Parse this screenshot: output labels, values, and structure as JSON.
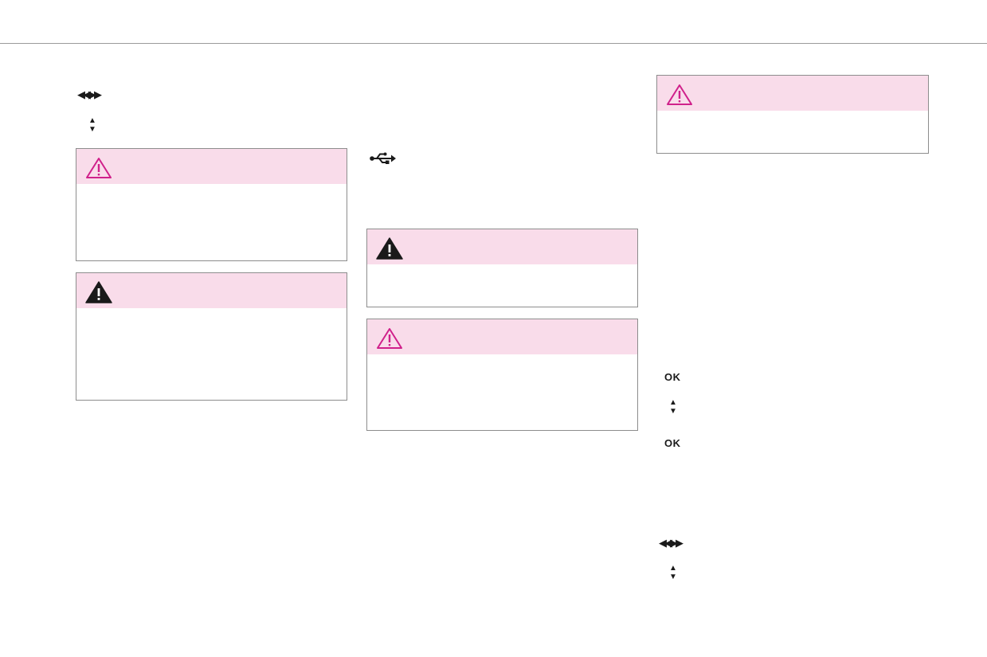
{
  "colors": {
    "rule": "#9a9a9a",
    "box_border": "#8d8d8d",
    "header_fill": "#f9dcea",
    "accent_magenta": "#d0218b",
    "dark": "#1a1a1a"
  },
  "icons": {
    "skip": "skip-back-forward-icon",
    "updown": "up-down-arrows-icon",
    "usb": "usb-icon",
    "warning_outline": "warning-triangle-outline-icon",
    "warning_solid": "warning-triangle-solid-icon"
  },
  "glyphs": {
    "skip": "◀◀▶▶",
    "up": "▲",
    "down": "▼"
  },
  "labels": {
    "ok_1": "OK",
    "ok_2": "OK"
  },
  "warning_boxes": [
    {
      "style": "outline"
    },
    {
      "style": "solid"
    },
    {
      "style": "solid"
    },
    {
      "style": "outline"
    },
    {
      "style": "outline"
    }
  ]
}
